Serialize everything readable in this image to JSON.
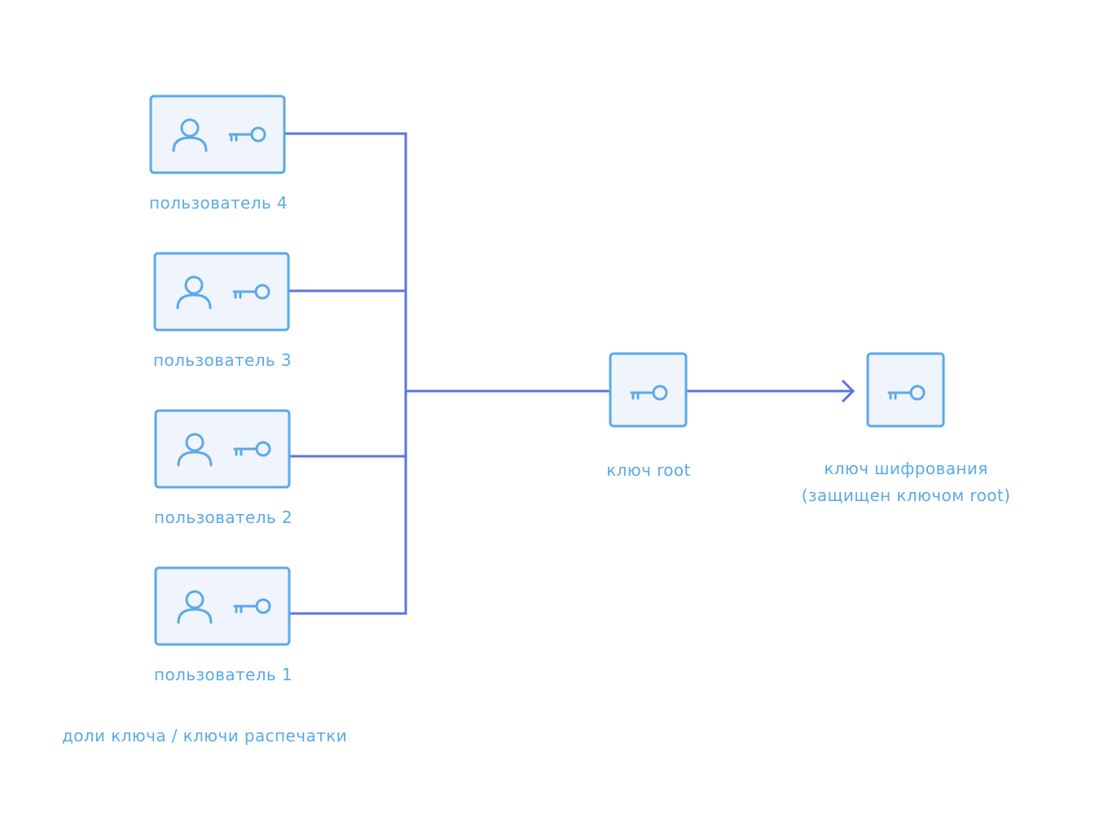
{
  "colors": {
    "box_border": "#5aaae8",
    "box_fill": "#f0f4fc",
    "icon": "#5aaae8",
    "connector": "#5d73e0",
    "label": "#5aaae8"
  },
  "users": [
    {
      "label": "пользователь 4",
      "icons": [
        "user-icon",
        "key-icon"
      ]
    },
    {
      "label": "пользователь 3",
      "icons": [
        "user-icon",
        "key-icon"
      ]
    },
    {
      "label": "пользователь 2",
      "icons": [
        "user-icon",
        "key-icon"
      ]
    },
    {
      "label": "пользователь 1",
      "icons": [
        "user-icon",
        "key-icon"
      ]
    }
  ],
  "shares_caption": "доли ключа / ключи распечатки",
  "root_key": {
    "label": "ключ root",
    "icon": "key-icon"
  },
  "encryption_key": {
    "label_line1": "ключ шифрования",
    "label_line2": "(защищен ключом root)",
    "icon": "key-icon"
  }
}
